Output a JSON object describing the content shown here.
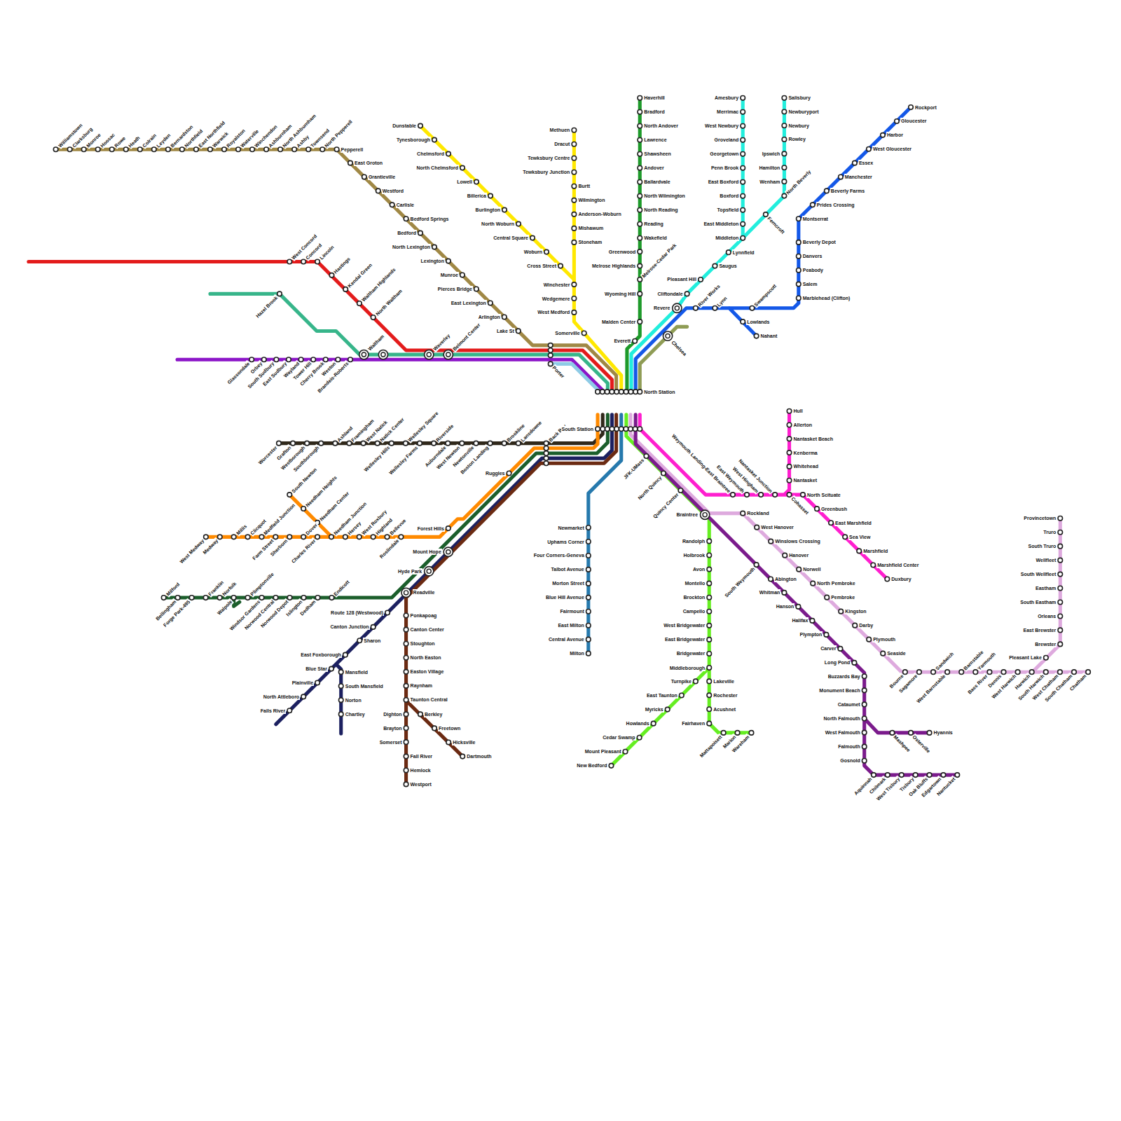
{
  "diagram": {
    "labels": [
      "Williamstown",
      "Clarksburg",
      "Monroe",
      "Hoosac",
      "Rowe",
      "Heath",
      "Colrain",
      "Leyden",
      "Bernardston",
      "Northfield",
      "East Northfield",
      "Warwick",
      "Royalston",
      "Waterville",
      "Winchendon",
      "Ashburnham",
      "North Ashburnham",
      "Ashby",
      "Townsend",
      "North Pepperell",
      "Pepperell",
      "East Groton",
      "Grantieville",
      "Westford",
      "Carlisle",
      "Bedford Springs",
      "Bedford",
      "North Lexington",
      "Lexington",
      "Munroe",
      "Pierces Bridge",
      "East Lexington",
      "Arlington",
      "Lake St",
      "Dunstable",
      "Tynesborough",
      "Chelmsford",
      "North Chelmsford",
      "Lowell",
      "Billerica",
      "Burlington",
      "North Woburn",
      "Central Square",
      "Woburn",
      "Cross Street",
      "Methuen",
      "Dracut",
      "Tewksbury Centre",
      "Tewksbury Junction",
      "Burtt",
      "Wilmington",
      "Anderson-Woburn",
      "Mishawum",
      "Stoneham",
      "Winchester",
      "Wedgemere",
      "West Medford",
      "Somerville",
      "Haverhill",
      "Bradford",
      "North Andover",
      "Lawrence",
      "Shawsheen",
      "Andover",
      "Ballardvale",
      "North Wilmington",
      "North Reading",
      "Reading",
      "Wakefield",
      "Greenwood",
      "Melrose Highlands",
      "Melrose-Cedar Park",
      "Wyoming Hill",
      "Malden Center",
      "Everett",
      "Amesbury",
      "Merrimac",
      "West Newbury",
      "Groveland",
      "Georgetown",
      "Penn Brook",
      "East Boxford",
      "Boxford",
      "Topsfield",
      "East Middleton",
      "Middleton",
      "Lynnfield",
      "Saugus",
      "Pleasant Hill",
      "Cliftondale",
      "Revere",
      "Salisbury",
      "Newburyport",
      "Newbury",
      "Rowley",
      "Ipswich",
      "Hamilton",
      "Wenham",
      "North Beverly",
      "Ferncroft",
      "Rockport",
      "Gloucester",
      "Harbor",
      "West Gloucester",
      "Essex",
      "Manchester",
      "Beverly Farms",
      "Prides Crossing",
      "Montserrat",
      "Beverly Depot",
      "Danvers",
      "Peabody",
      "Salem",
      "Marblehead (Clifton)",
      "Swampscott",
      "Lynn",
      "River Works",
      "Lowlands",
      "Nahant",
      "Chelsea",
      "West Concord",
      "Concord",
      "Lincoln",
      "Hastings",
      "Kendal Green",
      "Waltham Highlands",
      "North Waltham",
      "Hazel Brook",
      "Glassondale",
      "Orbey",
      "South Sudbury",
      "East Sudbury",
      "Wayland",
      "Tower Hill",
      "Cherry Brook",
      "Weston",
      "Brandeis-Roberts",
      "Waltham",
      "Waverley",
      "Belmont Center",
      "Porter",
      "North Station",
      "South Station",
      "Worcester",
      "Grafton",
      "Westborough",
      "Southborough",
      "Ashland",
      "Framingham",
      "West Natick",
      "Natick Center",
      "Wellesley Hills",
      "Wellesley Square",
      "Wellesley Farms",
      "Riverside",
      "Auburndale",
      "West Newton",
      "Newtonville",
      "Boston Landing",
      "Brookline",
      "Lansdowne",
      "Back Bay",
      "West Medway",
      "Medway",
      "Millis",
      "Clicquot",
      "Medfield Junction",
      "Farm Street",
      "Sherborn",
      "Dover",
      "Charles River",
      "Needham Junction",
      "Hersey",
      "West Roxbury",
      "Highland",
      "Bellevue",
      "Roslindale",
      "South Newton",
      "Needham Heights",
      "Needham Center",
      "Forest Hills",
      "Ruggles",
      "Milford",
      "Bellingham",
      "Forge Park-495",
      "Franklin",
      "Norfolk",
      "Walpole",
      "Plimptonville",
      "Windsor Gardens",
      "Norwood Central",
      "Norwood Depot",
      "Islington",
      "Dedham",
      "Endicott",
      "Falls River",
      "North Attleboro",
      "Plainville",
      "Blue Star",
      "East Foxborough",
      "Sharon",
      "Canton Junction",
      "Route 128 (Westwood)",
      "Readville",
      "Hyde Park",
      "Mount Hope",
      "Mansfield",
      "South Mansfield",
      "Norton",
      "Chartley",
      "Ponkapoag",
      "Canton Center",
      "Stoughton",
      "North Easton",
      "Easton Village",
      "Raynham",
      "Taunton Central",
      "Dighton",
      "Brayton",
      "Somerset",
      "Fall River",
      "Hemlock",
      "Westport",
      "Berkley",
      "Freetown",
      "Hicksville",
      "Dartmouth",
      "Newmarket",
      "Uphams Corner",
      "Four Corners-Geneva",
      "Talbot Avenue",
      "Morton Street",
      "Blue Hill Avenue",
      "Fairmount",
      "East Milton",
      "Central Avenue",
      "Milton",
      "JFK-UMass",
      "North Quincy",
      "Quincy Center",
      "Braintree",
      "Randolph",
      "Holbrook",
      "Avon",
      "Montello",
      "Brockton",
      "Campello",
      "West Bridgewater",
      "East Bridgewater",
      "Bridgewater",
      "Middleborough",
      "Lakeville",
      "Rochester",
      "Acushnet",
      "Fairhaven",
      "Mattapoisett",
      "Marion",
      "Wareham",
      "Turnpike",
      "East Taunton",
      "Myricks",
      "Howlands",
      "Cedar Swamp",
      "Mount Pleasant",
      "New Bedford",
      "Rockland",
      "West Hanover",
      "Winslows Crossing",
      "Hanover",
      "Norwell",
      "North Pembroke",
      "Pembroke",
      "Kingston",
      "Darby",
      "Plymouth",
      "Seaside",
      "Bourne",
      "Sagamore",
      "Sandwich",
      "West Barnstable",
      "Barnstable",
      "Yarmouth",
      "Bass River",
      "Dennis",
      "West Harwich",
      "Harwich",
      "South Harwich",
      "West Chatham",
      "South Chatham",
      "Chatham",
      "Provincetown",
      "Truro",
      "South Truro",
      "Wellfleet",
      "South Wellfleet",
      "Eastham",
      "South Eastham",
      "Orleans",
      "East Brewster",
      "Brewster",
      "Pleasant Lake",
      "South Weymouth",
      "Abington",
      "Whitman",
      "Hanson",
      "Halifax",
      "Plympton",
      "Carver",
      "Long Pond",
      "Buzzards Bay",
      "Monument Beach",
      "Cataumet",
      "North Falmouth",
      "West Falmouth",
      "Falmouth",
      "Gosnold",
      "Aquinnah",
      "Chilmark",
      "West Tisbury",
      "Tisbury",
      "Oak Bluffs",
      "Edgartown",
      "Nantucket",
      "Mashpee",
      "Osterville",
      "Hyannis",
      "Weymouth Landing-East Braintree",
      "East Weymouth",
      "West Hingham",
      "Nantasket Junction",
      "Cohasset",
      "Hull",
      "Allerton",
      "Nantasket Beach",
      "Kenberma",
      "Whitehead",
      "Nantasket",
      "North Scituate",
      "Greenbush",
      "East Marshfield",
      "Sea View",
      "Marshfield",
      "Marshfield Center",
      "Duxbury"
    ]
  }
}
